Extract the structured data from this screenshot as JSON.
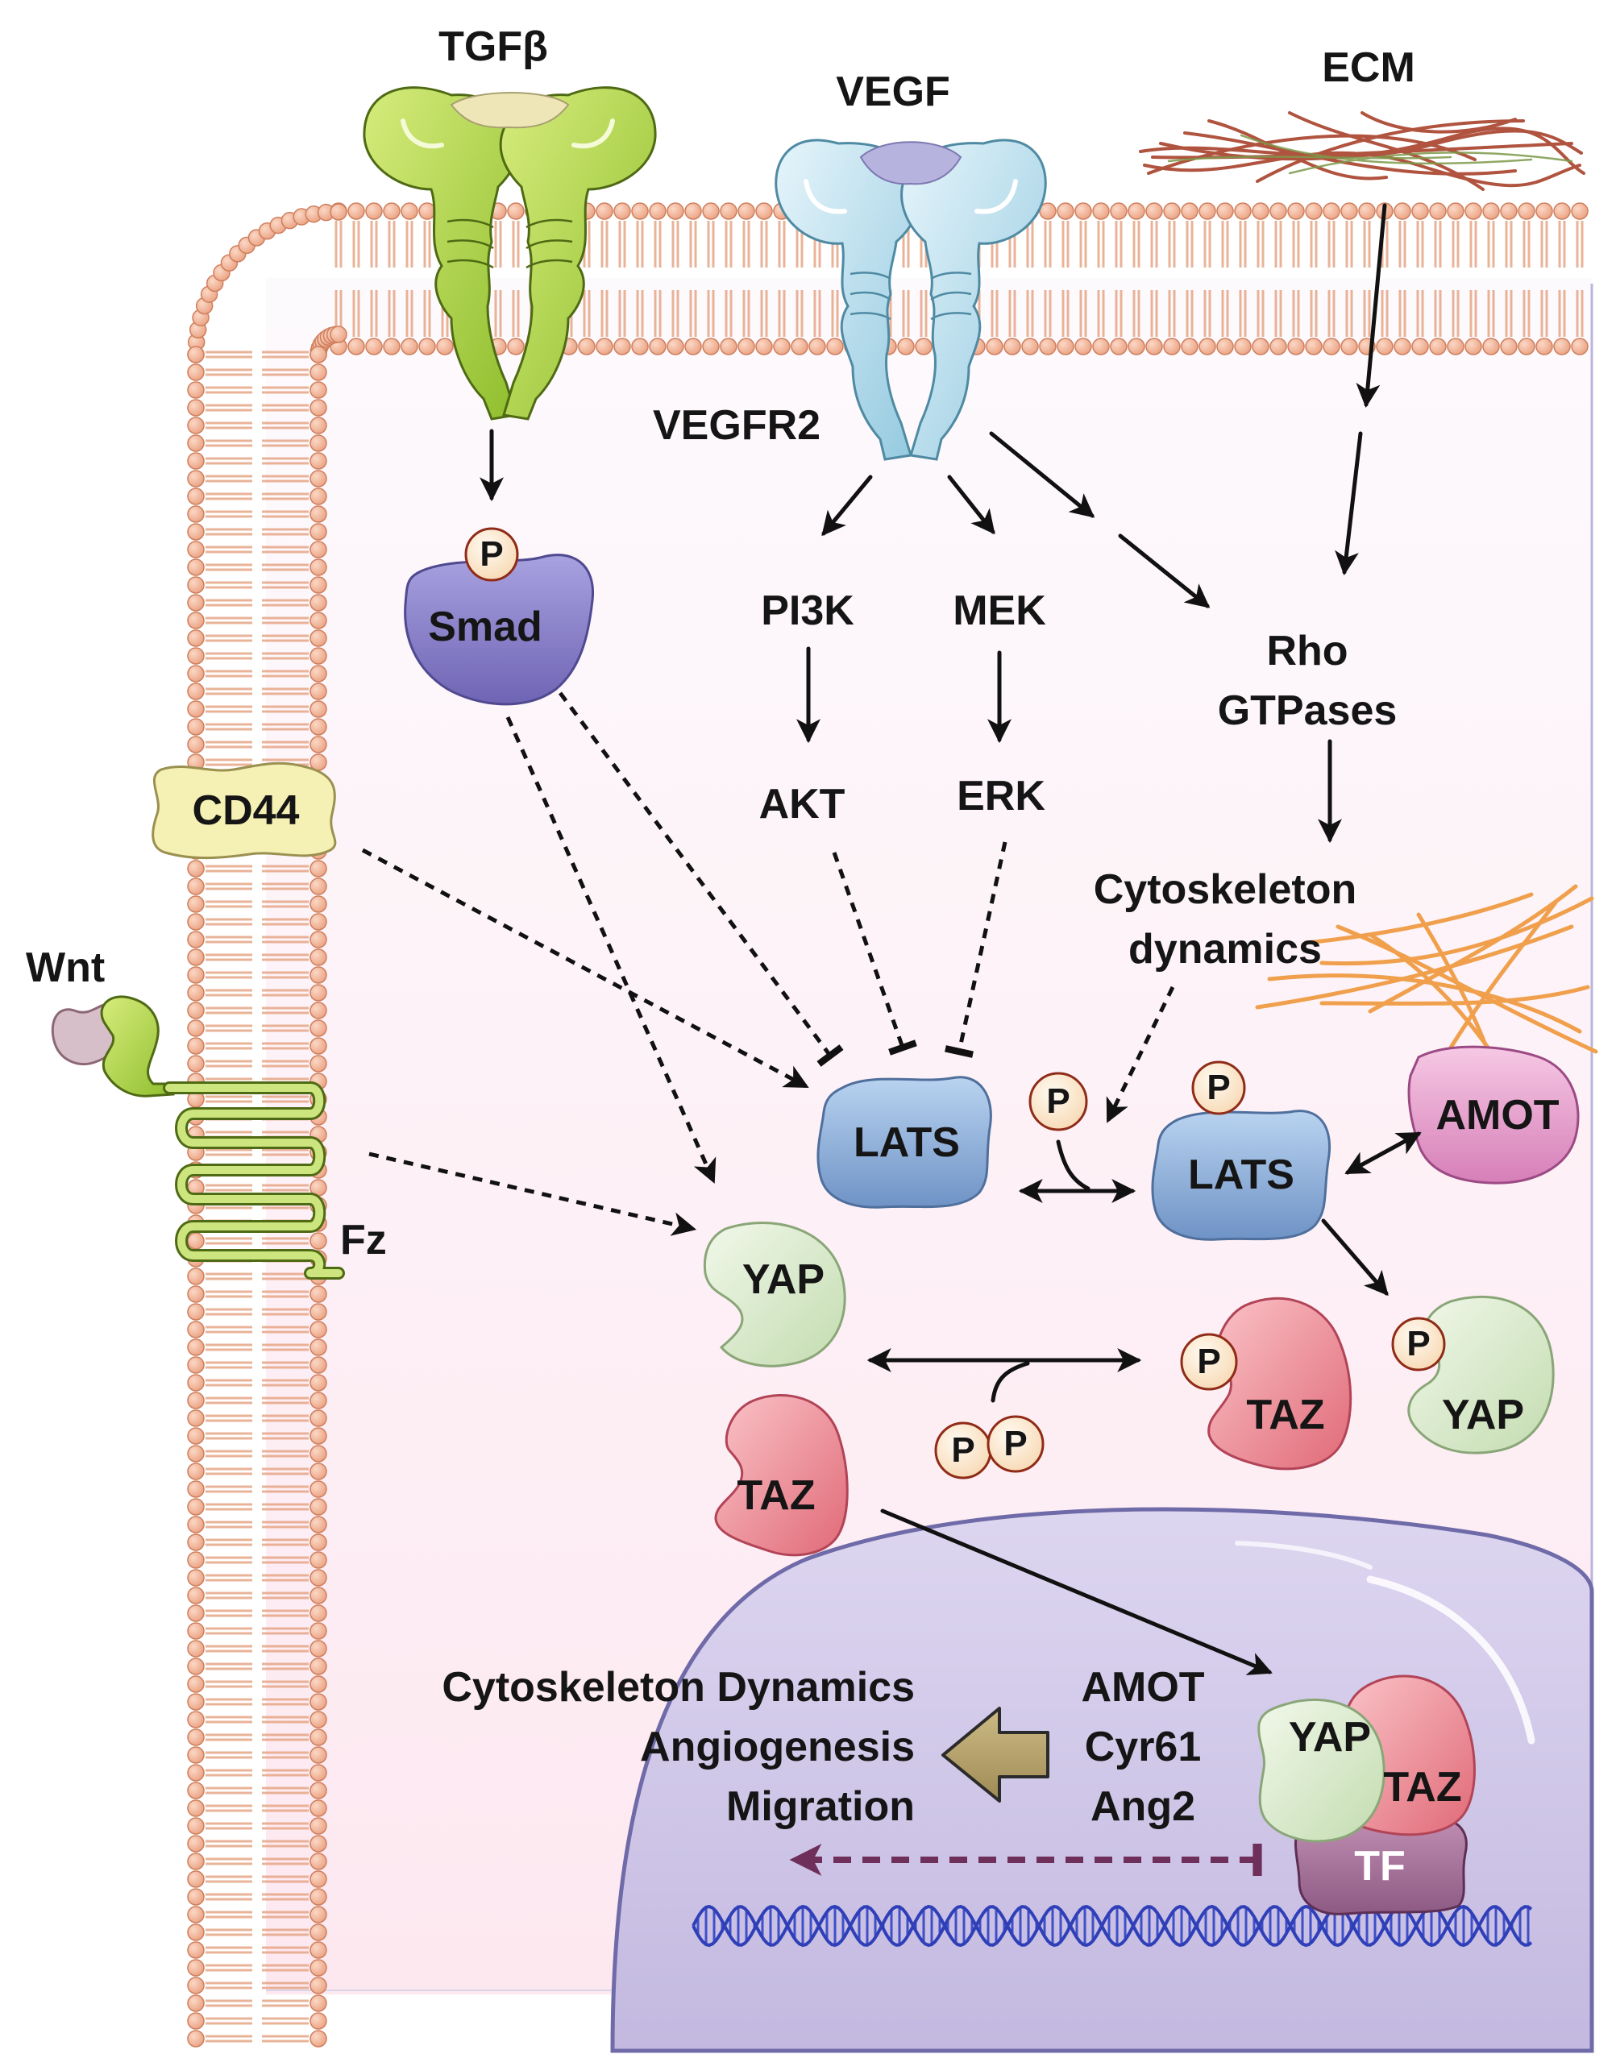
{
  "ligands": {
    "tgfb": "TGFβ",
    "vegf": "VEGF",
    "ecm": "ECM",
    "wnt": "Wnt"
  },
  "receptors": {
    "vegfr2": "VEGFR2",
    "cd44": "CD44",
    "fz": "Fz"
  },
  "nodes": {
    "smad": "Smad",
    "pi3k": "PI3K",
    "mek": "MEK",
    "akt": "AKT",
    "erk": "ERK",
    "rho_gtpases": "Rho\nGTPases",
    "cytoskeleton_dynamics": "Cytoskeleton\ndynamics",
    "lats": "LATS",
    "lats_p": "LATS",
    "amot": "AMOT",
    "yap": "YAP",
    "taz": "TAZ",
    "taz_p": "TAZ",
    "yap_p": "YAP",
    "yap_nuclear": "YAP",
    "taz_nuclear": "TAZ",
    "tf": "TF",
    "phospho": "P"
  },
  "target_genes": "AMOT\nCyr61\nAng2",
  "outcomes": "Cytoskeleton Dynamics\nAngiogenesis\nMigration",
  "colors": {
    "cytoplasm": "#fdeef4",
    "membrane_head": "#f2b79a",
    "tgfb_receptor": "#a8cf4a",
    "vegf_receptor": "#b4dcea",
    "smad": "#8f86cc",
    "lats": "#8fb2de",
    "amot": "#e7a2cd",
    "yap": "#dcebd0",
    "taz": "#ee8f98",
    "nucleus": "#cfc6e6",
    "dna": "#2f3fb8",
    "tf": "#a8749a",
    "ecm_fiber": "#b0533f",
    "actin_fiber": "#f0a04c"
  }
}
